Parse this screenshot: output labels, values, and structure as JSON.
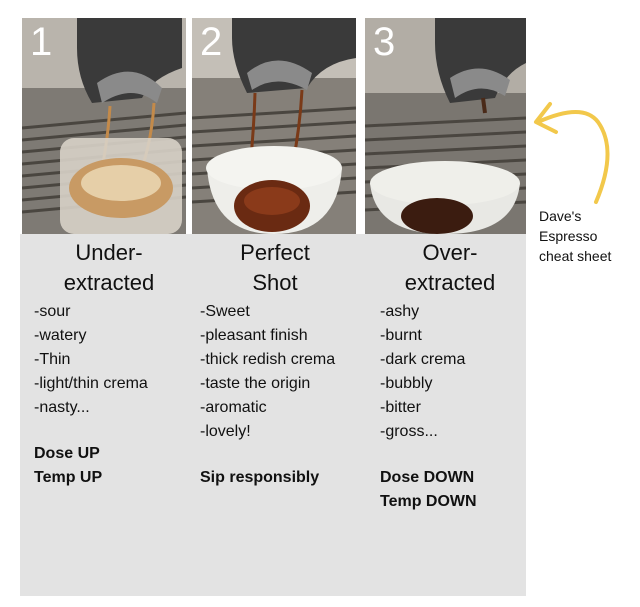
{
  "columns": [
    {
      "number": "1",
      "heading": [
        "Under-",
        "extracted"
      ],
      "traits": [
        "-sour",
        "-watery",
        "-Thin",
        "-light/thin crema",
        "-nasty..."
      ],
      "advice": [
        "Dose UP",
        "Temp UP"
      ]
    },
    {
      "number": "2",
      "heading": [
        "Perfect",
        "Shot"
      ],
      "traits": [
        "-Sweet",
        "-pleasant finish",
        "-thick redish crema",
        "-taste the origin",
        "-aromatic",
        "-lovely!"
      ],
      "advice": [
        "Sip responsibly"
      ]
    },
    {
      "number": "3",
      "heading": [
        "Over-",
        "extracted"
      ],
      "traits": [
        "-ashy",
        "-burnt",
        "-dark crema",
        "-bubbly",
        "-bitter",
        "-gross..."
      ],
      "advice": [
        "Dose DOWN",
        "Temp DOWN"
      ]
    }
  ],
  "note": [
    "Dave's",
    "Espresso",
    "cheat sheet"
  ],
  "colors": {
    "panel": "#e3e3e3",
    "arrow": "#f2c84b",
    "machine_dark": "#3a3a3a",
    "crema_light": "#c89a64",
    "crema_perfect": "#6a2a12",
    "crema_dark": "#3b1c10"
  }
}
